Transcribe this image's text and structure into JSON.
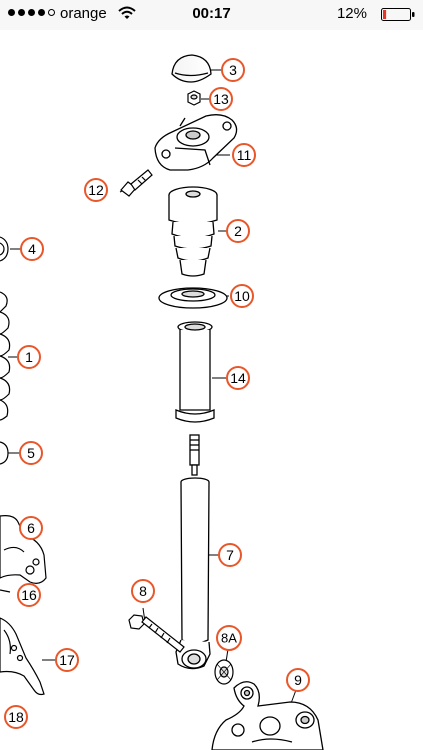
{
  "status_bar": {
    "carrier": "orange",
    "time": "00:17",
    "battery_percent": "12%",
    "signal_bars_filled": 4,
    "signal_bars_total": 5,
    "battery_level": 0.12,
    "battery_color": "#e8352a"
  },
  "diagram": {
    "callout_color": "#e8572a",
    "callouts": {
      "c3": "3",
      "c13": "13",
      "c11": "11",
      "c12": "12",
      "c2": "2",
      "c4": "4",
      "c10": "10",
      "c1": "1",
      "c14": "14",
      "c5": "5",
      "c6": "6",
      "c7": "7",
      "c16": "16",
      "c8": "8",
      "c8a": "8A",
      "c17": "17",
      "c9": "9",
      "c18": "18"
    }
  }
}
